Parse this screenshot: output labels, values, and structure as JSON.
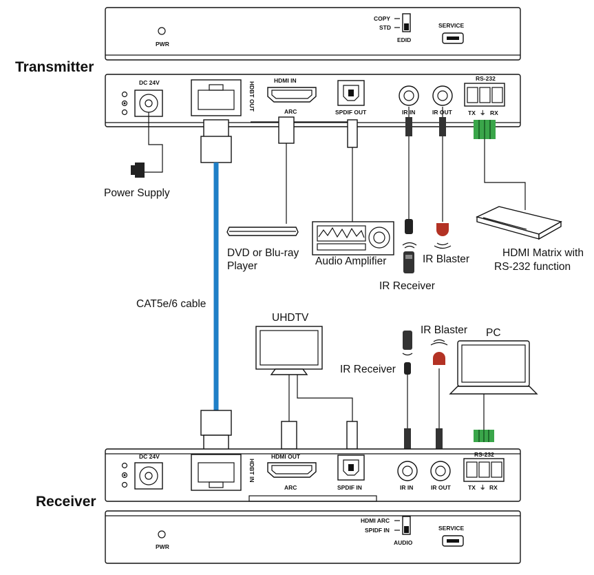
{
  "headings": {
    "transmitter": "Transmitter",
    "receiver": "Receiver"
  },
  "transmitter_front": {
    "pwr": "PWR",
    "copy": "COPY",
    "std": "STD",
    "edid": "EDID",
    "service": "SERVICE"
  },
  "transmitter_rear": {
    "dc": "DC 24V",
    "hdbt_out": "HDBT OUT",
    "hdmi_in": "HDMI IN",
    "arc": "ARC",
    "spdif_out": "SPDIF OUT",
    "ir_in": "IR IN",
    "ir_out": "IR OUT",
    "rs232": "RS-232",
    "tx": "TX",
    "rx": "RX"
  },
  "receiver_rear": {
    "dc": "DC 24V",
    "hdbt_in": "HDBT IN",
    "hdmi_out": "HDMI OUT",
    "arc": "ARC",
    "spdif_in": "SPDIF IN",
    "ir_in": "IR IN",
    "ir_out": "IR OUT",
    "rs232": "RS-232",
    "tx": "TX",
    "rx": "RX"
  },
  "receiver_front": {
    "pwr": "PWR",
    "hdmi_arc": "HDMI ARC",
    "spdif_in": "SPIDF IN",
    "audio": "AUDIO",
    "service": "SERVICE"
  },
  "devices": {
    "power_supply": "Power Supply",
    "dvd_line1": "DVD or Blu-ray",
    "dvd_line2": "Player",
    "audio_amplifier": "Audio Amplifier",
    "ir_blaster_top": "IR Blaster",
    "ir_receiver_top": "IR Receiver",
    "hdmi_matrix_line1": "HDMI Matrix with",
    "hdmi_matrix_line2": "RS-232 function",
    "cable": "CAT5e/6 cable",
    "uhdtv": "UHDTV",
    "ir_receiver_bottom": "IR Receiver",
    "ir_blaster_bottom": "IR Blaster",
    "pc": "PC"
  },
  "colors": {
    "cable": "#1f7fc7",
    "terminal_green": "#3aa64a",
    "blaster_red": "#c0392b"
  }
}
